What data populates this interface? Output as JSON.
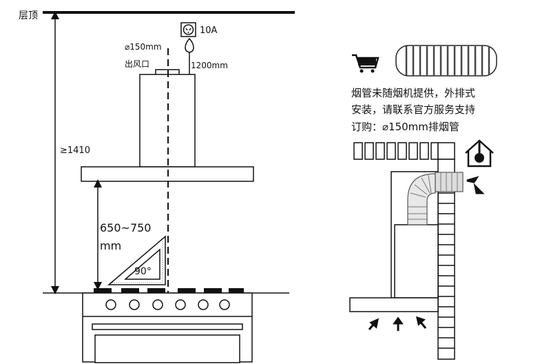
{
  "left": {
    "ceiling_label": "层顶",
    "total_height": "≥1410",
    "duct_diameter": "⌀150mm",
    "outlet_label": "出风口",
    "socket_rating": "10A",
    "cord_length": "1200mm",
    "hood_height_range": "650~750",
    "hood_height_unit": "mm",
    "angle_label": "90°"
  },
  "right": {
    "note_line1": "烟管未随烟机提供，外排式",
    "note_line2": "安装，请联系官方服务支持",
    "note_line3": "订购：⌀150mm排烟管"
  }
}
